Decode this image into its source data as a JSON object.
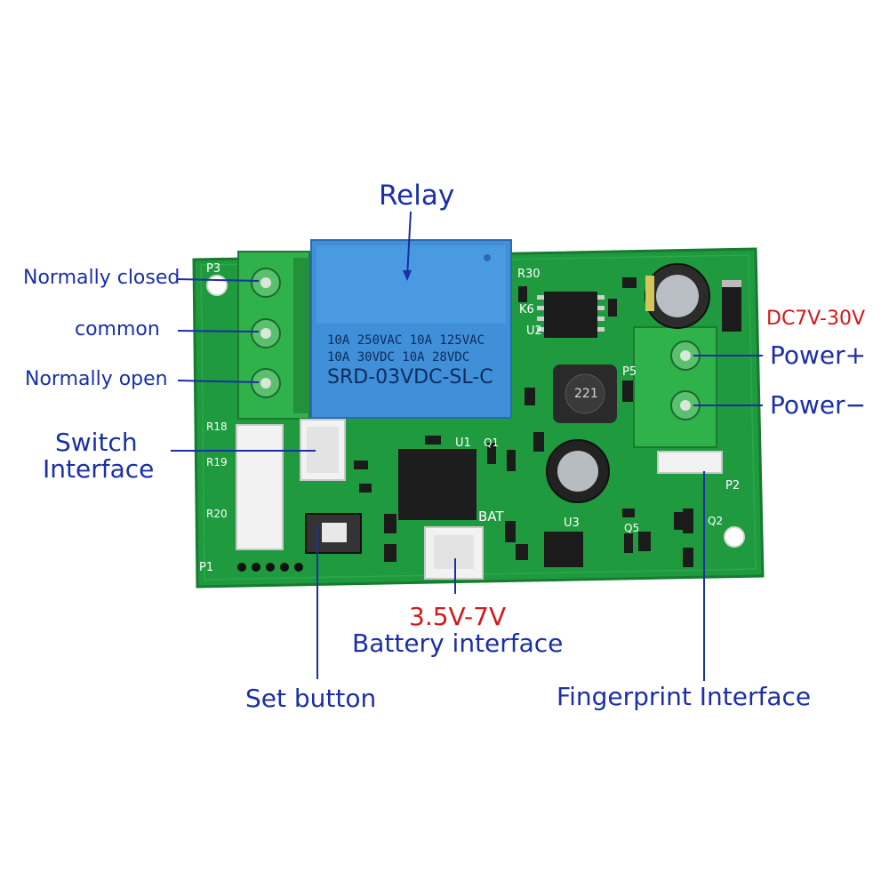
{
  "labels": {
    "relay": "Relay",
    "normally_closed": "Normally closed",
    "common": "common",
    "normally_open": "Normally open",
    "switch_interface_line1": "Switch",
    "switch_interface_line2": "Interface",
    "supply_range": "DC7V-30V",
    "power_plus": "Power+",
    "power_minus": "Power−",
    "battery_range": "3.5V-7V",
    "battery_interface": "Battery interface",
    "set_button": "Set button",
    "fingerprint_interface": "Fingerprint Interface"
  },
  "relay_markings": {
    "line1": "10A 250VAC  10A 125VAC",
    "line2": "10A  30VDC  10A  28VDC",
    "model": "SRD-03VDC-SL-C"
  },
  "pcb_silkscreen": {
    "p3": "P3",
    "p5": "P5",
    "p1": "P1",
    "p2": "P2",
    "k6": "K6",
    "r30": "R30",
    "u2": "U2",
    "u1": "U1",
    "u3": "U3",
    "inductor": "221",
    "bat": "BAT",
    "q1": "Q1",
    "q2": "Q2",
    "q5": "Q5",
    "r18": "R18",
    "r19": "R19",
    "r20": "R20"
  },
  "colors": {
    "pcb": "#1f9a3e",
    "terminal": "#2fb24a",
    "relay": "#3f8fd9",
    "callout_text": "#1a2fa8",
    "voltage_text": "#d21919"
  }
}
